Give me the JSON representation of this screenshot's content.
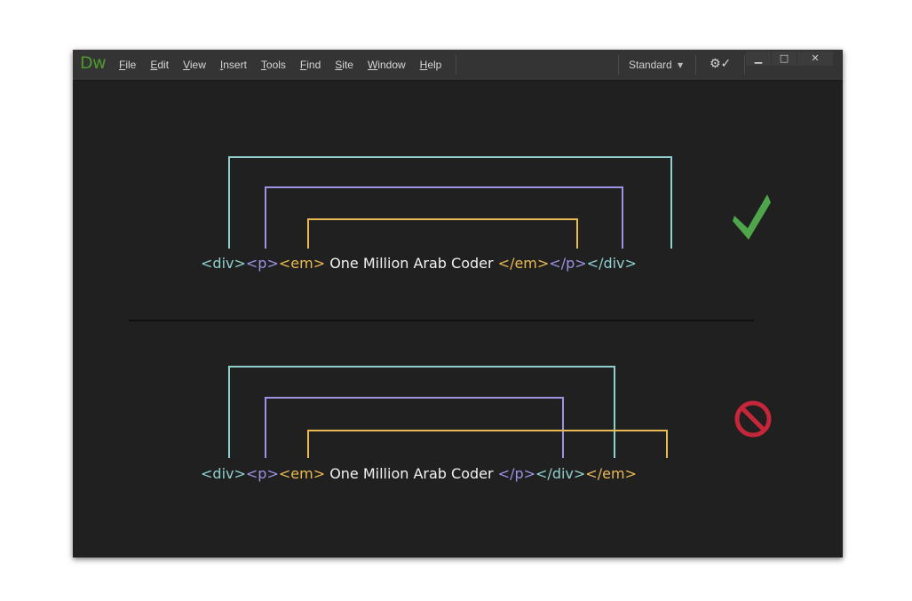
{
  "app": {
    "logo": "Dw",
    "menu": [
      "File",
      "Edit",
      "View",
      "Insert",
      "Tools",
      "Find",
      "Site",
      "Window",
      "Help"
    ],
    "workspace": "Standard",
    "window_controls": [
      "minimize-icon",
      "maximize-icon",
      "close-icon"
    ]
  },
  "colors": {
    "div": "#8fd0cf",
    "p": "#9a93e6",
    "em": "#e9b952",
    "text": "#f2f2f2",
    "check": "#4fa64a",
    "ban": "#c6263a"
  },
  "correct": {
    "tokens": [
      {
        "text": "<div>",
        "tag": "div"
      },
      {
        "text": "<p>",
        "tag": "p"
      },
      {
        "text": "<em>",
        "tag": "em"
      },
      {
        "text": " One Million Arab Coder ",
        "tag": "text"
      },
      {
        "text": "</em>",
        "tag": "em"
      },
      {
        "text": "</p>",
        "tag": "p"
      },
      {
        "text": "</div>",
        "tag": "div"
      }
    ],
    "icon": "check-icon"
  },
  "wrong": {
    "tokens": [
      {
        "text": "<div>",
        "tag": "div"
      },
      {
        "text": "<p>",
        "tag": "p"
      },
      {
        "text": "<em>",
        "tag": "em"
      },
      {
        "text": " One Million Arab Coder ",
        "tag": "text"
      },
      {
        "text": "</p>",
        "tag": "p"
      },
      {
        "text": "</div>",
        "tag": "div"
      },
      {
        "text": "</em>",
        "tag": "em"
      }
    ],
    "icon": "no-icon"
  }
}
